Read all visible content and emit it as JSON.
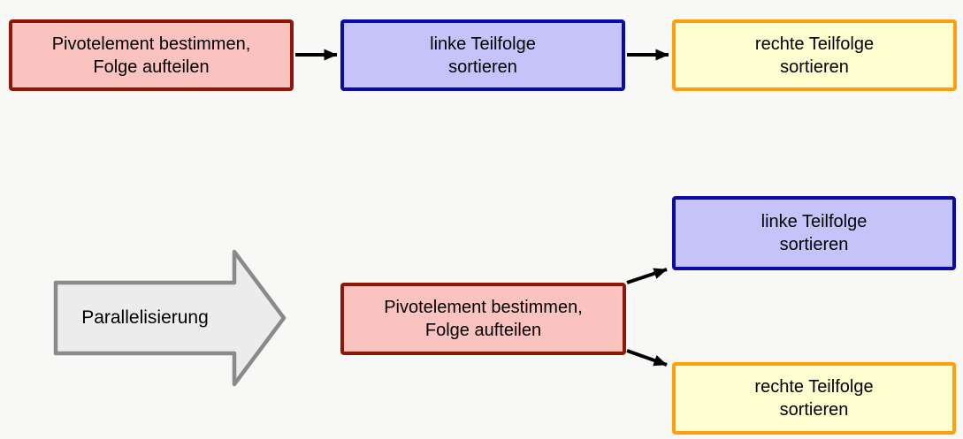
{
  "sequential_flow": {
    "pivot_box": {
      "line1": "Pivotelement bestimmen,",
      "line2": "Folge aufteilen"
    },
    "left_box": {
      "line1": "linke Teilfolge",
      "line2": "sortieren"
    },
    "right_box": {
      "line1": "rechte Teilfolge",
      "line2": "sortieren"
    }
  },
  "parallel_flow": {
    "pivot_box": {
      "line1": "Pivotelement bestimmen,",
      "line2": "Folge aufteilen"
    },
    "left_box": {
      "line1": "linke Teilfolge",
      "line2": "sortieren"
    },
    "right_box": {
      "line1": "rechte Teilfolge",
      "line2": "sortieren"
    }
  },
  "transform_arrow": {
    "label": "Parallelisierung"
  },
  "colors": {
    "background": "#f8f8f7",
    "pivot_fill": "#fbc3c0",
    "pivot_border": "#8e1708",
    "left_fill": "#c4c4fa",
    "left_border": "#0a0aa4",
    "right_fill": "#ffffd2",
    "right_border": "#ff9f0e",
    "transform_fill": "#ececec",
    "transform_border": "#8a8a8a",
    "connector": "#000000"
  }
}
